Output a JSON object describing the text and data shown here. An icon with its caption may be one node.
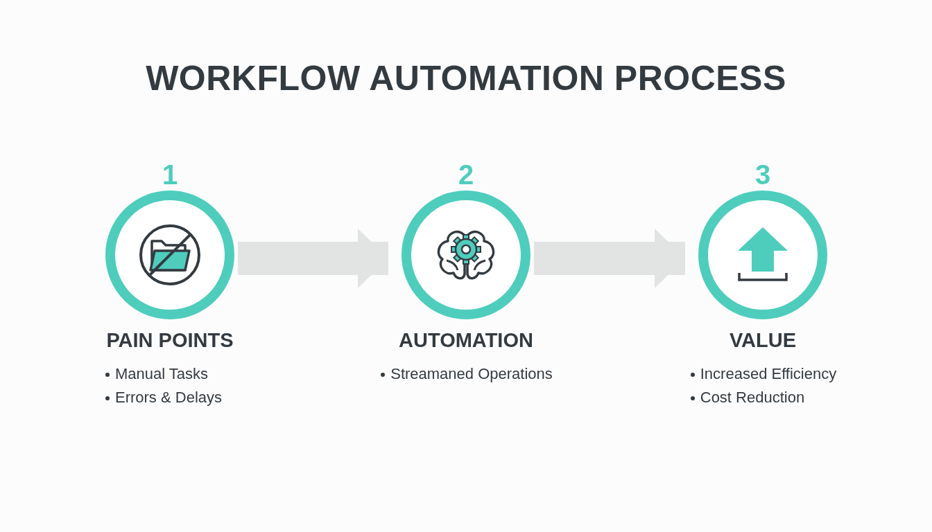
{
  "diagram": {
    "title": "WORKFLOW AUTOMATION PROCESS",
    "nodes": [
      {
        "text": [
          "1",
          "PAIN POINTS"
        ],
        "beside": [
          "Manual Tasks",
          "Errors & Delays"
        ]
      },
      {
        "text": [
          "2",
          "AUTOMATION"
        ],
        "beside": [
          "Streamaned Operations"
        ]
      },
      {
        "text": [
          "3",
          "VALUE"
        ],
        "beside": [
          "Increased Efficiency",
          "Cost Reduction"
        ]
      }
    ],
    "edges": [
      {
        "from": 0,
        "to": 1,
        "arrow": "to"
      },
      {
        "from": 1,
        "to": 2,
        "arrow": "to"
      }
    ]
  }
}
